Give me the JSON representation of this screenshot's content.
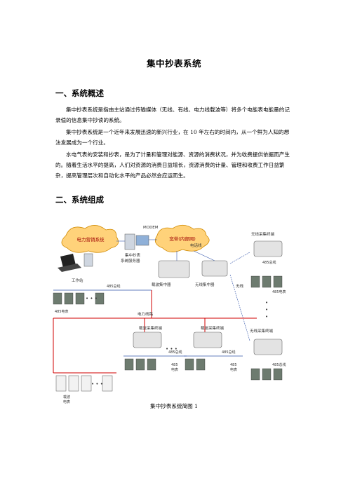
{
  "doc": {
    "title": "集中抄表系统",
    "section1": {
      "heading": "一、系统概述",
      "para1": "集中抄表系统是指由主站通过传输媒体（无线、有线、电力线载波等）将多个电能表电能量的记录值的信息集中抄读的系统。",
      "para2": "集中抄表系统是一个近年来发展迅速的新兴行业，在 10 年左右的时间内，从一个鲜为人知的想法发展成为一个行业。",
      "para3": "水电气表的安装和抄表，是为了计量和管理对能源、资源的消费状况，并为收费提供依据而产生的。随着生活水平的提高，人们对资源的消费日益增长，资源消费的计量、管理和收费工作日益繁杂，提高管理层次和自动化水平的产品必然会应运而生。"
    },
    "section2": {
      "heading": "二、系统组成"
    },
    "diagram": {
      "cloud1": "电力营销系统",
      "cloud2": "宽带(内部网)",
      "modem": "MODEM",
      "server": "集中抄表\n系统服务器",
      "workstation": "工作站",
      "telephone": "电话线",
      "wireless": "无线",
      "power_line": "电力线路",
      "carrier_conc": "载波集中器",
      "wireless_conc": "无线集中器",
      "wireless_collector_top": "无线采集终端",
      "wireless_collector_bottom": "无线采集终端",
      "collector_a": "载波采集终端",
      "collector_b": "载波采集终端",
      "bus485": "485总线",
      "meter485": "485电表",
      "carrier_meter": "载波\n电表",
      "meter_label": "485\n电表"
    },
    "caption": "集中抄表系统简图 1"
  }
}
